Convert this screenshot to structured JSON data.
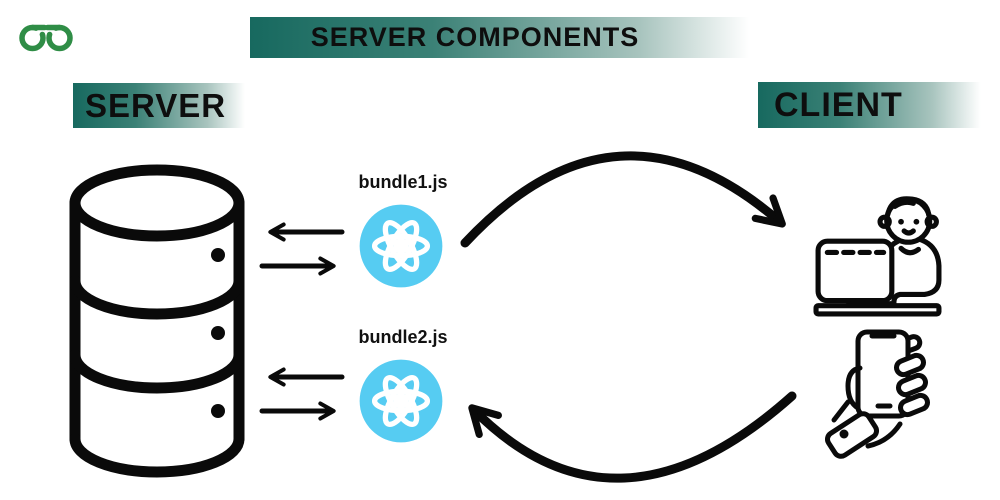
{
  "header": {
    "logo_icon": "geeksforgeeks-logo",
    "title": "SERVER COMPONENTS"
  },
  "sections": {
    "server_label": "SERVER",
    "client_label": "CLIENT"
  },
  "server_side": {
    "database_icon": "database-cylinder-icon",
    "exchange_arrow_pairs": [
      {
        "top": "arrow-left",
        "bottom": "arrow-right"
      },
      {
        "top": "arrow-left",
        "bottom": "arrow-right"
      }
    ]
  },
  "bundles": [
    {
      "label": "bundle1.js",
      "icon": "react-logo-icon"
    },
    {
      "label": "bundle2.js",
      "icon": "react-logo-icon"
    }
  ],
  "client_side": {
    "icons": [
      "person-at-computer-icon",
      "hand-holding-phone-icon"
    ]
  },
  "flow_arrows": {
    "top": "curved-arrow-server-to-client",
    "bottom": "curved-arrow-client-to-server"
  },
  "colors": {
    "teal_band": "#17695f",
    "gfg_green": "#2f8d46",
    "react_blue": "#56ccf2",
    "line_black": "#0a0a0a",
    "background": "#ffffff"
  }
}
